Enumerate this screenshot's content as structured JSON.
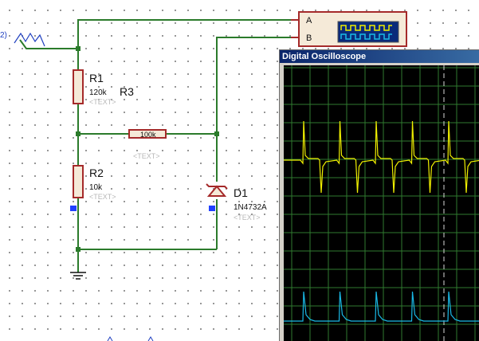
{
  "schematic": {
    "r1": {
      "ref": "R1",
      "value": "120k",
      "text": "<TEXT>"
    },
    "r2": {
      "ref": "R2",
      "value": "10k",
      "text": "<TEXT>"
    },
    "r3": {
      "ref": "R3",
      "value": "100k",
      "text": "<TEXT>"
    },
    "d1": {
      "ref": "D1",
      "value": "1N4732A",
      "text": "<TEXT>"
    },
    "source_label": "2)",
    "scope_inputs": {
      "a": "A",
      "b": "B"
    },
    "colors": {
      "wire": "#2b7b2b",
      "component": "#a52a2a",
      "component_fill": "#f5ead8",
      "pin": "#2040ff",
      "dim_text": "#b8b8b8"
    }
  },
  "oscilloscope": {
    "title": "Digital Oscilloscope",
    "channel_a_color": "#f0f000",
    "channel_b_color": "#19b9e6"
  }
}
